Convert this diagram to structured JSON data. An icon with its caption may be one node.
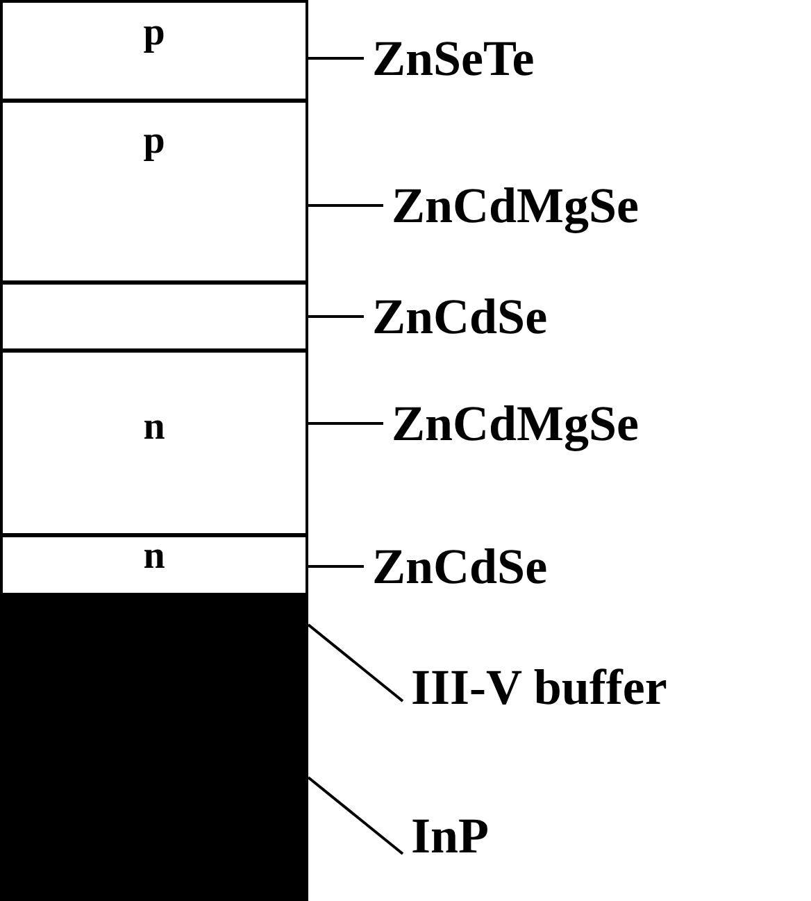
{
  "diagram": {
    "nodes": [
      {
        "text": [
          "p"
        ]
      },
      {
        "text": [
          "p"
        ]
      },
      {
        "text": [],
        "shape": "box"
      },
      {
        "text": [
          "n"
        ]
      },
      {
        "text": [
          "n"
        ]
      },
      {
        "text": [],
        "shape": "box"
      },
      {
        "text": [],
        "shape": "box"
      },
      {
        "text": [
          "ZnSeTe"
        ]
      },
      {
        "text": [
          "ZnCdMgSe"
        ]
      },
      {
        "text": [
          "ZnCdSe"
        ]
      },
      {
        "text": [
          "ZnCdMgSe"
        ]
      },
      {
        "text": [
          "ZnCdSe"
        ]
      },
      {
        "text": [
          "III-V buffer"
        ]
      },
      {
        "text": [
          "InP"
        ]
      }
    ],
    "edges": [
      {
        "from": 7,
        "to": 0,
        "arrow": "none"
      },
      {
        "from": 8,
        "to": 1,
        "arrow": "none"
      },
      {
        "from": 9,
        "to": 2,
        "arrow": "none"
      },
      {
        "from": 10,
        "to": 3,
        "arrow": "none"
      },
      {
        "from": 11,
        "to": 4,
        "arrow": "none"
      },
      {
        "from": 12,
        "to": 5,
        "arrow": "none"
      },
      {
        "from": 13,
        "to": 6,
        "arrow": "none"
      }
    ]
  }
}
